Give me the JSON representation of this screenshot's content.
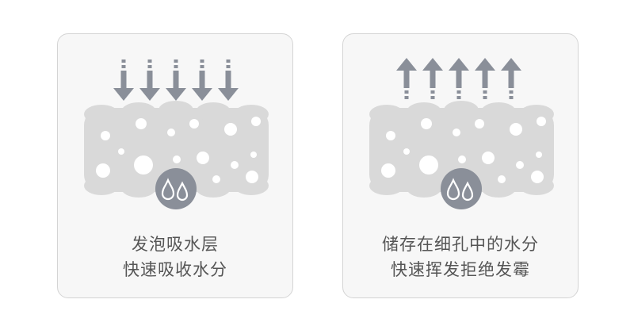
{
  "cards": [
    {
      "id": "absorb",
      "arrow_direction": "down",
      "icon": "water-drops-icon",
      "line1": "发泡吸水层",
      "line2": "快速吸收水分"
    },
    {
      "id": "release",
      "arrow_direction": "up",
      "icon": "water-drops-icon",
      "line1": "储存在细孔中的水分",
      "line2": "快速挥发拒绝发霉"
    }
  ],
  "colors": {
    "card_bg": "#f7f7f7",
    "card_border": "#d4d4d4",
    "foam": "#d9d9d9",
    "pores": "#ffffff",
    "arrow": "#8a8f99",
    "badge": "#8a8f99",
    "text": "#555555"
  }
}
